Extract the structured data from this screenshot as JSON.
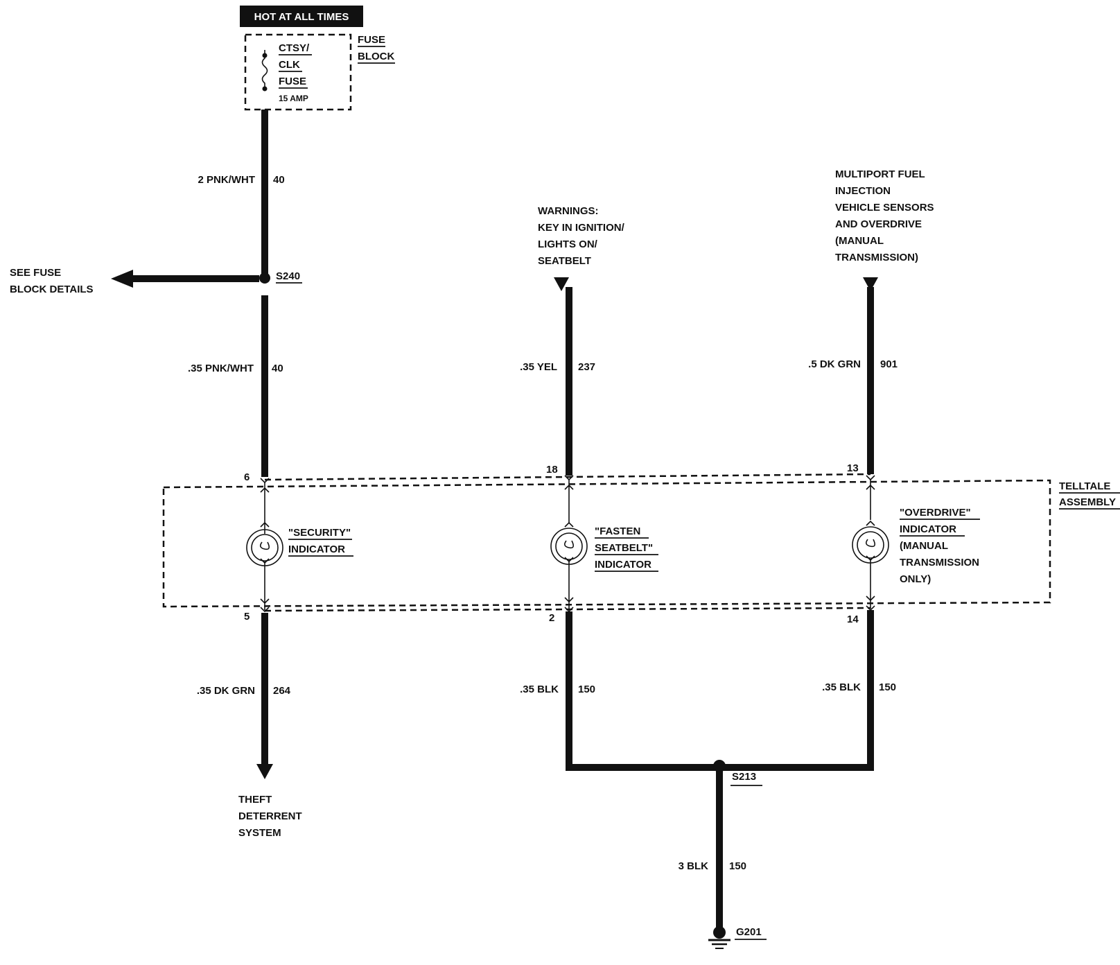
{
  "hot_label": "HOT AT ALL TIMES",
  "fuse": {
    "name_lines": [
      "CTSY/",
      "CLK",
      "FUSE"
    ],
    "rating": "15 AMP",
    "block_lines": [
      "FUSE",
      "BLOCK"
    ]
  },
  "wires": {
    "main_top": {
      "gauge_color": "2 PNK/WHT",
      "circuit": "40"
    },
    "main_mid": {
      "gauge_color": ".35 PNK/WHT",
      "circuit": "40"
    },
    "warnings_feed": {
      "gauge_color": ".35 YEL",
      "circuit": "237"
    },
    "mpfi_feed": {
      "gauge_color": ".5 DK GRN",
      "circuit": "901"
    },
    "theft_out": {
      "gauge_color": ".35 DK GRN",
      "circuit": "264"
    },
    "seatbelt_ground": {
      "gauge_color": ".35 BLK",
      "circuit": "150"
    },
    "overdrive_ground": {
      "gauge_color": ".35 BLK",
      "circuit": "150"
    },
    "main_ground": {
      "gauge_color": "3 BLK",
      "circuit": "150"
    }
  },
  "splices": {
    "s240": "S240",
    "s213": "S213"
  },
  "ground": "G201",
  "see_fuse_lines": [
    "SEE FUSE",
    "BLOCK DETAILS"
  ],
  "warnings_lines": [
    "WARNINGS:",
    "KEY IN IGNITION/",
    "LIGHTS ON/",
    "SEATBELT"
  ],
  "mpfi_lines": [
    "MULTIPORT FUEL",
    "INJECTION",
    "VEHICLE SENSORS",
    "AND OVERDRIVE",
    "(MANUAL",
    "TRANSMISSION)"
  ],
  "telltale_lines": [
    "TELLTALE",
    "ASSEMBLY"
  ],
  "pins": {
    "security_in": "6",
    "security_out": "5",
    "seatbelt_in": "18",
    "seatbelt_out": "2",
    "overdrive_in": "13",
    "overdrive_out": "14"
  },
  "indicators": {
    "security": [
      "\"SECURITY\"",
      "INDICATOR"
    ],
    "seatbelt": [
      "\"FASTEN",
      "SEATBELT\"",
      "INDICATOR"
    ],
    "overdrive": [
      "\"OVERDRIVE\"",
      "INDICATOR",
      "(MANUAL",
      "TRANSMISSION",
      "ONLY)"
    ]
  },
  "theft_lines": [
    "THEFT",
    "DETERRENT",
    "SYSTEM"
  ]
}
